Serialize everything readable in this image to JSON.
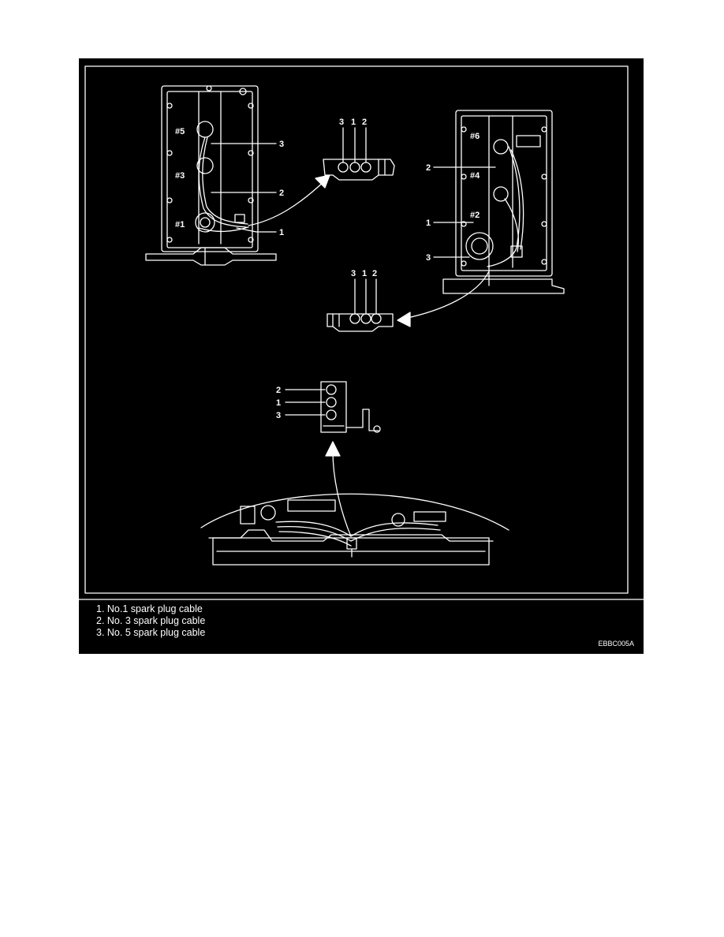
{
  "colors": {
    "background": "#000000",
    "line": "#ffffff",
    "page": "#ffffff"
  },
  "left_head": {
    "cylinders": [
      "#5",
      "#3",
      "#1"
    ],
    "callouts": [
      "3",
      "2",
      "1"
    ]
  },
  "right_head": {
    "cylinders": [
      "#6",
      "#4",
      "#2"
    ],
    "callouts": [
      "2",
      "1",
      "3"
    ]
  },
  "clamp_top": {
    "slots": [
      "3",
      "1",
      "2"
    ]
  },
  "clamp_middle": {
    "slots": [
      "3",
      "1",
      "2"
    ]
  },
  "clamp_bottom": {
    "slots": [
      "2",
      "1",
      "3"
    ]
  },
  "legend": [
    "1. No.1 spark plug cable",
    "2. No. 3 spark plug cable",
    "3. No. 5 spark plug cable"
  ],
  "figure_code": "EBBC005A"
}
